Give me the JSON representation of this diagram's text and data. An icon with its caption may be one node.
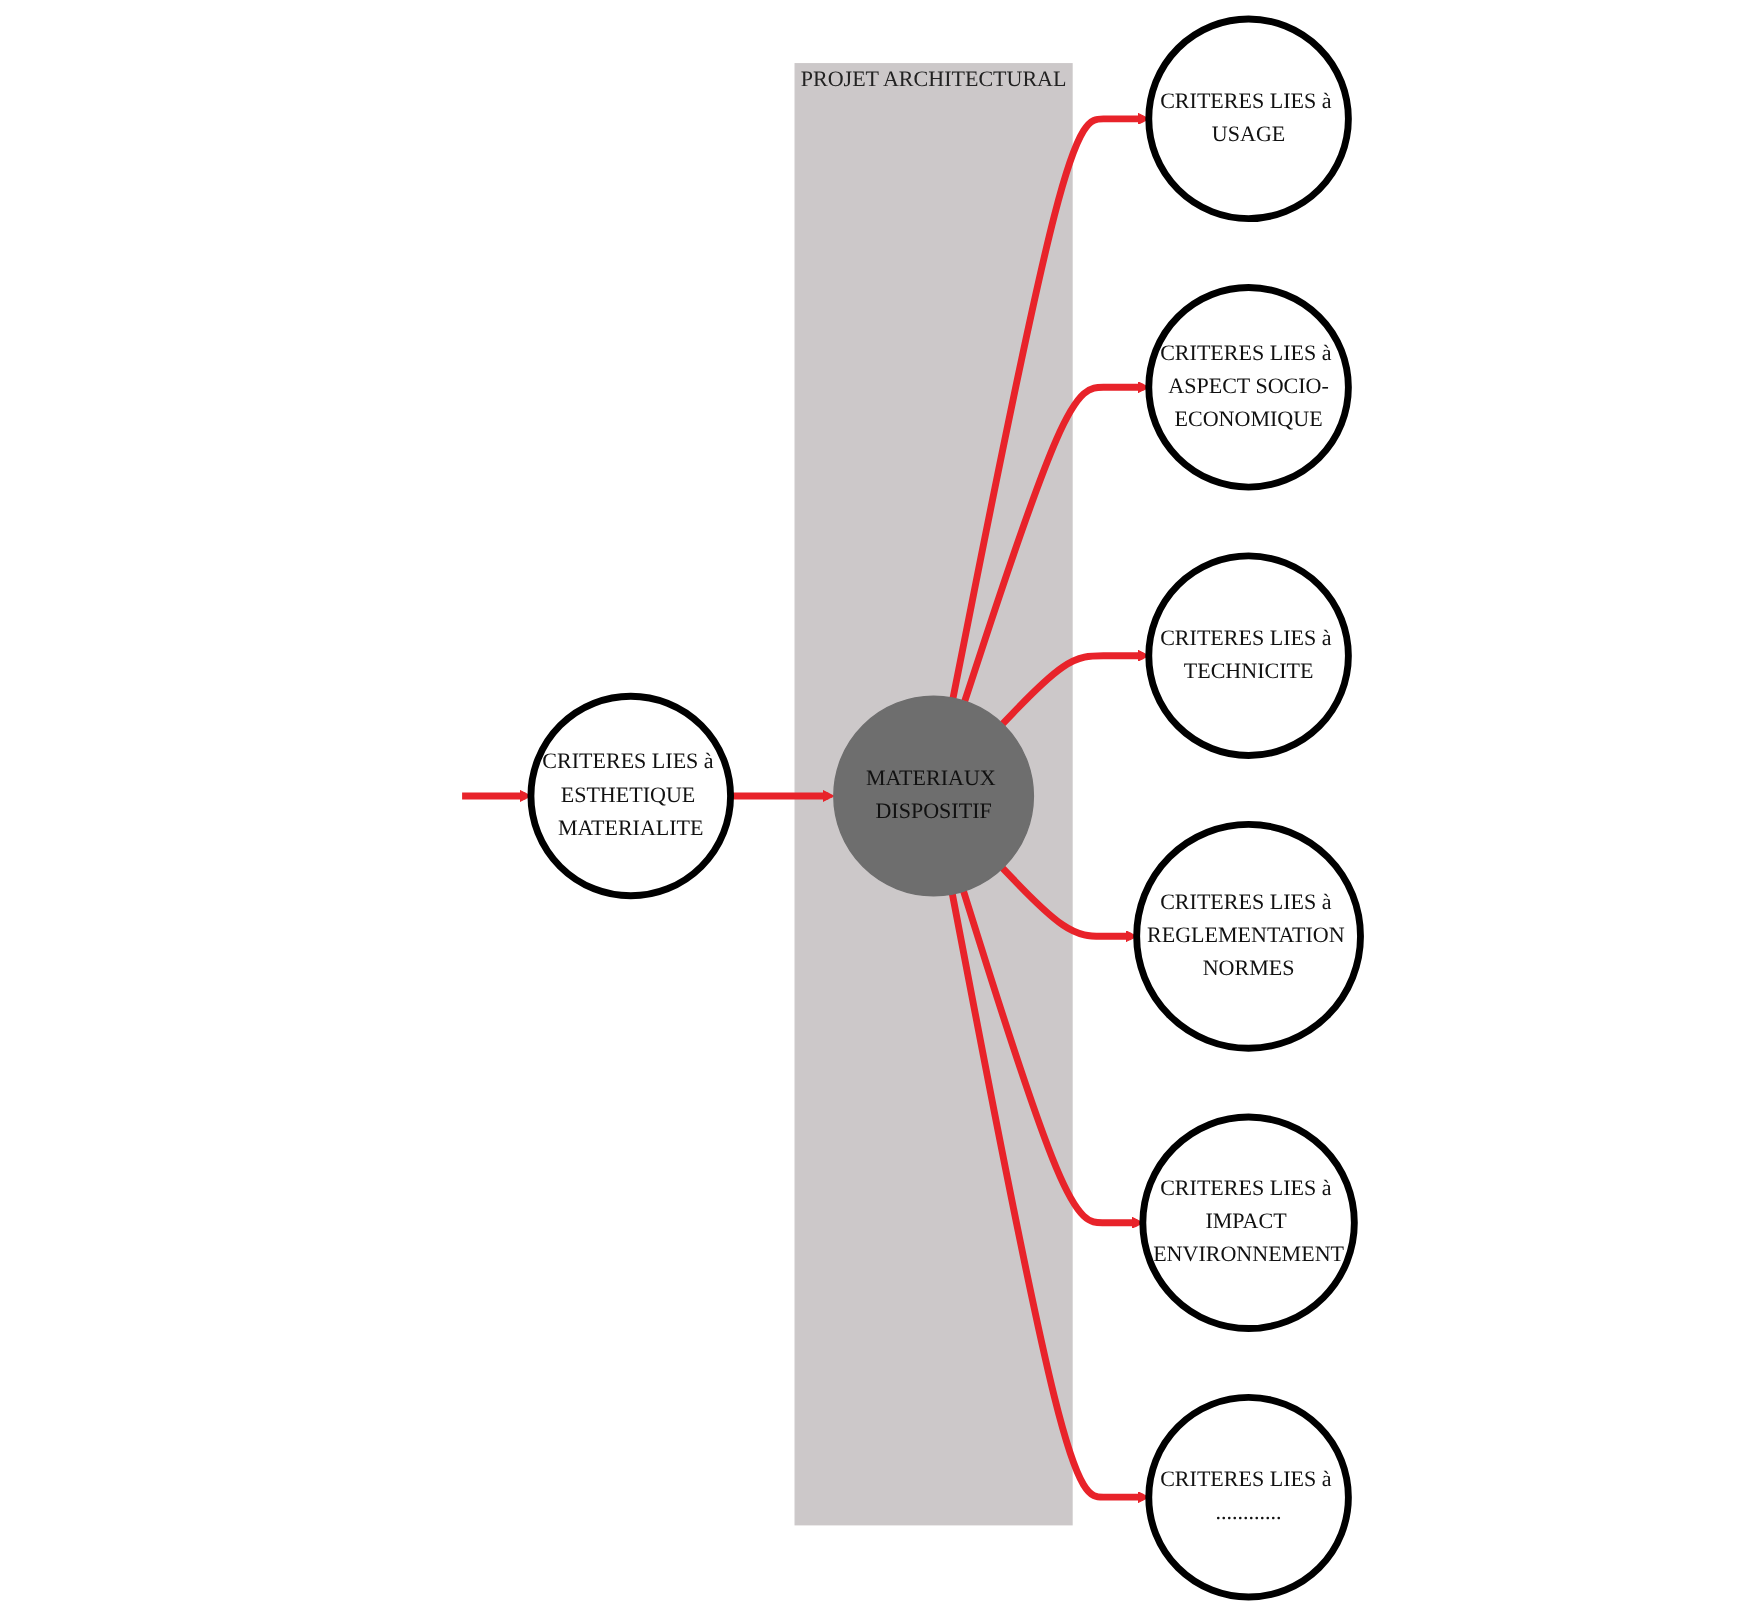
{
  "diagram": {
    "nodes": [
      {
        "text": [
          "CRITERES LIES à USAGE"
        ]
      },
      {
        "text": [
          "CRITERES LIES à ASPECT SOCIO-ECONOMIQUE"
        ]
      },
      {
        "text": [
          "CRITERES LIES à TECHNICITE"
        ]
      },
      {
        "text": [
          "CRITERES LIES à REGLEMENTATION NORMES"
        ]
      },
      {
        "text": [
          "PROJET ARCHITECTURAL"
        ]
      },
      {
        "text": [
          "MATERIAUX DISPOSITIF"
        ],
        "in": 4
      },
      {
        "text": [
          "CRITERES LIES à IMPACT ENVIRONNEMENT"
        ]
      },
      {
        "text": [
          "CRITERES LIES à ............"
        ]
      },
      {
        "text": [
          "CRITERES LIES à ESTHETIQUE MATERIALITE"
        ]
      }
    ],
    "edges": [
      {
        "from": 5,
        "to": 0,
        "arrow": "to"
      },
      {
        "from": 5,
        "to": 1,
        "arrow": "to"
      },
      {
        "from": 5,
        "to": 2,
        "arrow": "to"
      },
      {
        "from": 5,
        "to": 3,
        "arrow": "to"
      },
      {
        "from": 5,
        "to": 6,
        "arrow": "to"
      },
      {
        "from": 5,
        "to": 7,
        "arrow": "to"
      },
      {
        "from": 8,
        "to": 5,
        "arrow": "to"
      },
      {
        "from": null,
        "to": 8,
        "arrow": "to"
      }
    ]
  }
}
